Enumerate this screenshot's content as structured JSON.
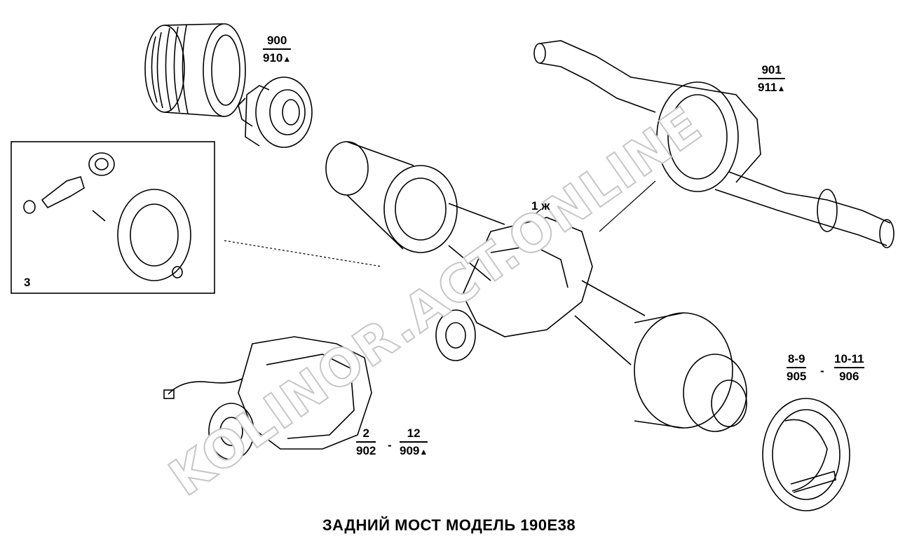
{
  "caption": "ЗАДНИЙ МОСТ  МОДЕЛЬ 190E38",
  "watermark": "KOLINOR.ACT.ONLINE",
  "callouts": {
    "brake_drum": {
      "top": "900",
      "bottom": "910",
      "mark": "▲"
    },
    "axle_housing": {
      "top": "901",
      "bottom": "911",
      "mark": "▲"
    },
    "axle_assembly": {
      "label": "1",
      "mark": "ж"
    },
    "inset_ring_gear": {
      "label": "3"
    },
    "differential": {
      "a_top": "2",
      "a_bottom": "902",
      "b_top": "12",
      "b_bottom": "909",
      "mark": "▲"
    },
    "brake_shoes": {
      "a_top": "8-9",
      "a_bottom": "905",
      "b_top": "10-11",
      "b_bottom": "906"
    }
  },
  "colors": {
    "ink": "#000000",
    "paper": "#ffffff",
    "watermark_outline": "#c6c6c6"
  }
}
